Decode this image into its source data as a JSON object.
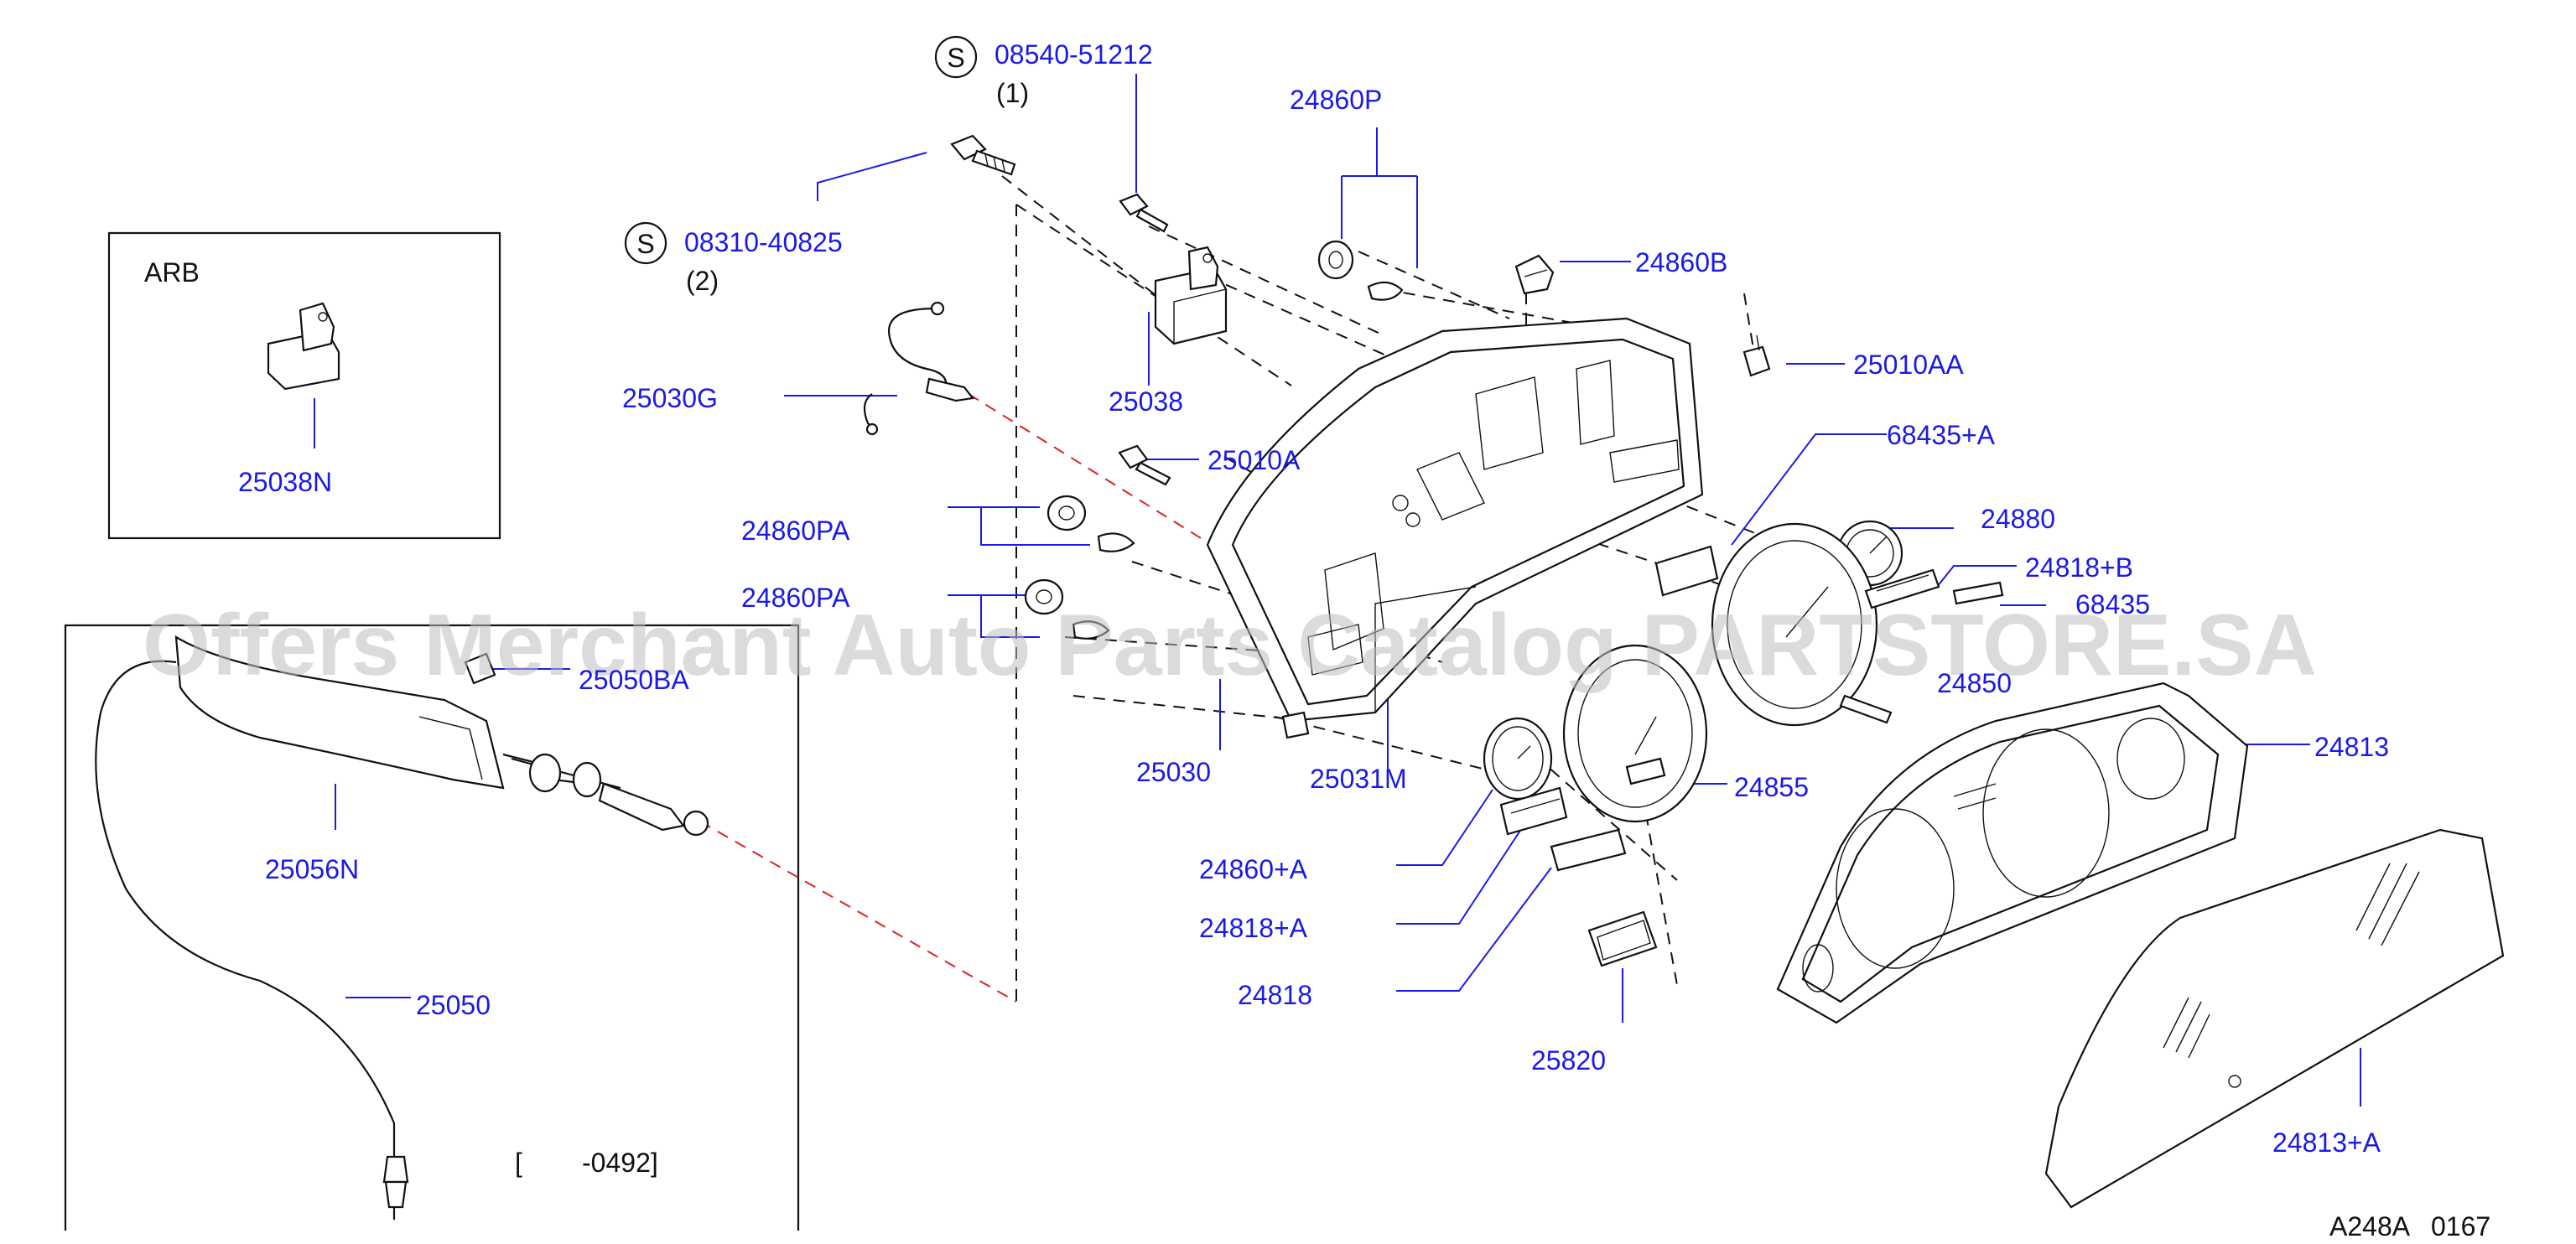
{
  "parts": {
    "p08540": "08540-51212",
    "q1": "(1)",
    "p08310": "08310-40825",
    "q2": "(2)",
    "p24860P": "24860P",
    "p24860B": "24860B",
    "p25010AA": "25010AA",
    "p68435A": "68435+A",
    "p24880": "24880",
    "p24818B": "24818+B",
    "p68435": "68435",
    "p24850": "24850",
    "p24813": "24813",
    "p24855": "24855",
    "p25038": "25038",
    "p25030G": "25030G",
    "p25010A": "25010A",
    "p24860PA_1": "24860PA",
    "p24860PA_2": "24860PA",
    "p25050BA": "25050BA",
    "p25030": "25030",
    "p25031M": "25031M",
    "p25056N": "25056N",
    "p24860A": "24860+A",
    "p24818A": "24818+A",
    "p24818": "24818",
    "p25820": "25820",
    "p24813A": "24813+A",
    "p25050": "25050",
    "p25038N": "25038N"
  },
  "symbols": {
    "s1": "S",
    "s2": "S"
  },
  "inset": {
    "title": "ARB"
  },
  "range_note": "[        -0492]",
  "diagram_code": "A248A   0167",
  "watermark": "Offers Merchant Auto Parts Catalog PARTSTORE.SA",
  "colors": {
    "part_number": "#1a1ae6",
    "reference_line": "#e02020",
    "watermark": "#bdbdbd"
  }
}
